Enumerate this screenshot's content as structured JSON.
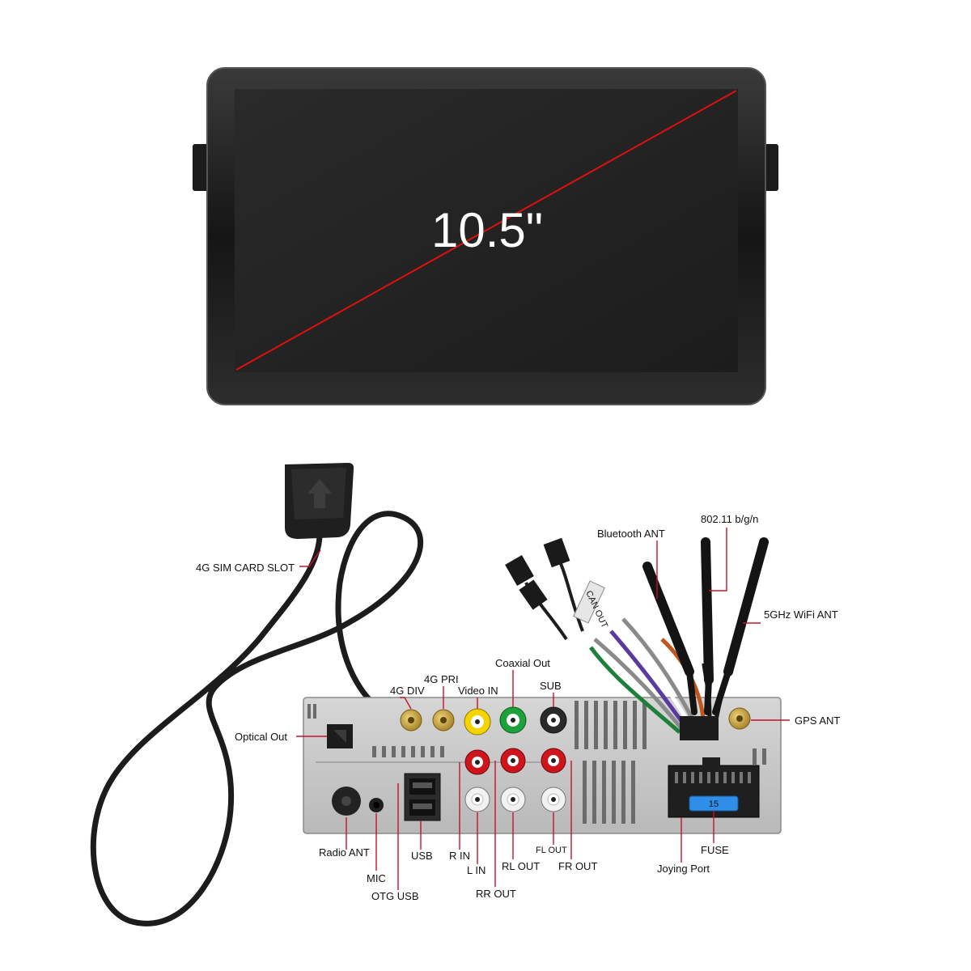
{
  "screen": {
    "size_label": "10.5\"",
    "diagonal_color": "#e01010"
  },
  "labels": {
    "sim_slot": "4G SIM CARD SLOT",
    "optical_out": "Optical Out",
    "g4_div": "4G DIV",
    "g4_pri": "4G PRI",
    "video_in": "Video IN",
    "coaxial_out": "Coaxial Out",
    "sub": "SUB",
    "bluetooth_ant": "Bluetooth ANT",
    "wifi_24": "802.11 b/g/n",
    "wifi_5": "5GHz WiFi ANT",
    "gps_ant": "GPS ANT",
    "radio_ant": "Radio ANT",
    "mic": "MIC",
    "otg_usb": "OTG USB",
    "usb": "USB",
    "r_in": "R IN",
    "l_in": "L IN",
    "rr_out": "RR OUT",
    "rl_out": "RL OUT",
    "fl_out": "FL OUT",
    "fr_out": "FR OUT",
    "joying_port": "Joying Port",
    "fuse": "FUSE",
    "can_out": "CAN OUT",
    "fuse_value": "15"
  },
  "colors": {
    "leader": "#c8102e",
    "bezel": "#1a1a1a",
    "screen": "#222222",
    "chassis": "#c9c9c9",
    "rca_red": "#d0141c",
    "rca_white": "#f2f2f2",
    "rca_yellow": "#f3d400",
    "rca_green": "#1ea03a",
    "gold": "#c9a23a",
    "fuse_blue": "#2f8ee8"
  }
}
